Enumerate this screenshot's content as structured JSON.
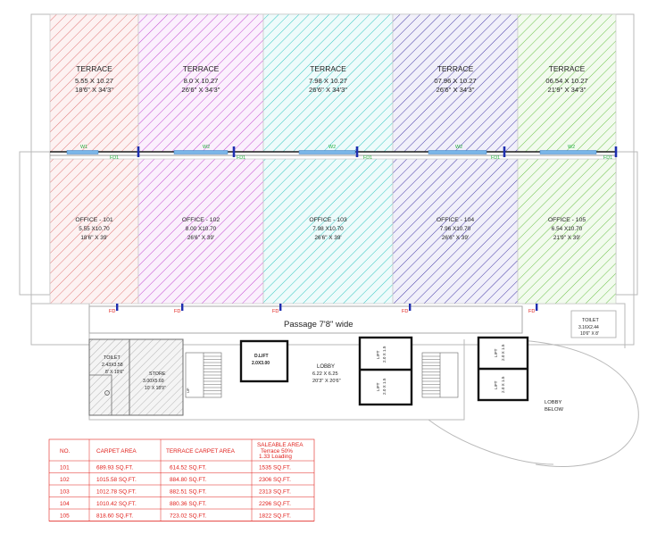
{
  "terraces": [
    {
      "name": "TERRACE",
      "metric": "5.55 X 10.27",
      "imperial": "18'6\" X 34'3\"",
      "color": "#e07a7a",
      "tint": "#fdf2f2"
    },
    {
      "name": "TERRACE",
      "metric": "8.0 X 10.27",
      "imperial": "26'6\" X 34'3\"",
      "color": "#c34bd1",
      "tint": "#fbf0fd"
    },
    {
      "name": "TERRACE",
      "metric": "7.98 X 10.27",
      "imperial": "26'6\" X 34'3\"",
      "color": "#34c6c0",
      "tint": "#eefbfb"
    },
    {
      "name": "TERRACE",
      "metric": "07.96 X 10.27",
      "imperial": "26'6\" X 34'3\"",
      "color": "#4a3fa8",
      "tint": "#f1f0fa"
    },
    {
      "name": "TERRACE",
      "metric": "06.54 X 10.27",
      "imperial": "21'9\" X 34'3\"",
      "color": "#6dc24a",
      "tint": "#f2fbee"
    }
  ],
  "offices": [
    {
      "name": "OFFICE - 101",
      "metric": "5.55 X10.70",
      "imperial": "18'6\" X 39'"
    },
    {
      "name": "OFFICE - 102",
      "metric": "8.00 X10.70",
      "imperial": "26'6\" X 39'"
    },
    {
      "name": "OFFICE - 103",
      "metric": "7.98 X10.70",
      "imperial": "26'6\" X 39'"
    },
    {
      "name": "OFFICE - 104",
      "metric": "7.96 X10.70",
      "imperial": "26'6\" X 39'"
    },
    {
      "name": "OFFICE - 105",
      "metric": "6.54 X10.70",
      "imperial": "21'9\" X 39'"
    }
  ],
  "windows": [
    "W1",
    "W2",
    "W2",
    "W2",
    "W2"
  ],
  "door_tags": [
    "FD1",
    "FD1",
    "FD1",
    "FD1",
    "FD1"
  ],
  "fire_doors": [
    "FD",
    "FD",
    "FD",
    "FD",
    "FD"
  ],
  "passage": "Passage 7'8\"  wide",
  "lobby": {
    "name": "LOBBY",
    "metric": "6.22 X 6.25",
    "imperial": "20'3\" X 20'6\""
  },
  "duct": {
    "line1": "D.LIFT",
    "line2": "2.0X3.00"
  },
  "toilet_left": {
    "name": "TOILET",
    "metric": "2.43X3.58",
    "imperial": "8' X 19'6\""
  },
  "store": {
    "name": "STORE",
    "metric": "3.00X5.69",
    "imperial": "10' X 18'9\""
  },
  "toilet_right": {
    "name": "TOILET",
    "metric": "3.16X2.44",
    "imperial": "10'6\" X 8'"
  },
  "lifts": [
    {
      "name": "LIFT",
      "size": "2.0 X 1.5"
    },
    {
      "name": "LIFT",
      "size": "2.0 X 1.5"
    },
    {
      "name": "LIFT",
      "size": "2.0 X 1.5"
    },
    {
      "name": "LIFT",
      "size": "2.0 X 1.5"
    }
  ],
  "lobby_below": {
    "line1": "LOBBY",
    "line2": "BELOW"
  },
  "stair_up": "UP",
  "area_table": {
    "headers": [
      "NO.",
      "CARPET AREA",
      "TERRACE CARPET AREA",
      "SALEABLE AREA"
    ],
    "header_note1": "Terrace 50%",
    "header_note2": "1.33 Loading",
    "rows": [
      [
        "101",
        "689.93 SQ.FT.",
        "614.52 SQ.FT.",
        "1535 SQ.FT."
      ],
      [
        "102",
        "1015.58 SQ.FT.",
        "884.80 SQ.FT.",
        "2306 SQ.FT."
      ],
      [
        "103",
        "1012.78 SQ.FT.",
        "882.51 SQ.FT.",
        "2313 SQ.FT."
      ],
      [
        "104",
        "1010.42 SQ.FT.",
        "880.36 SQ.FT.",
        "2296 SQ.FT."
      ],
      [
        "105",
        "818.60 SQ.FT.",
        "723.02 SQ.FT.",
        "1822 SQ.FT."
      ]
    ]
  }
}
